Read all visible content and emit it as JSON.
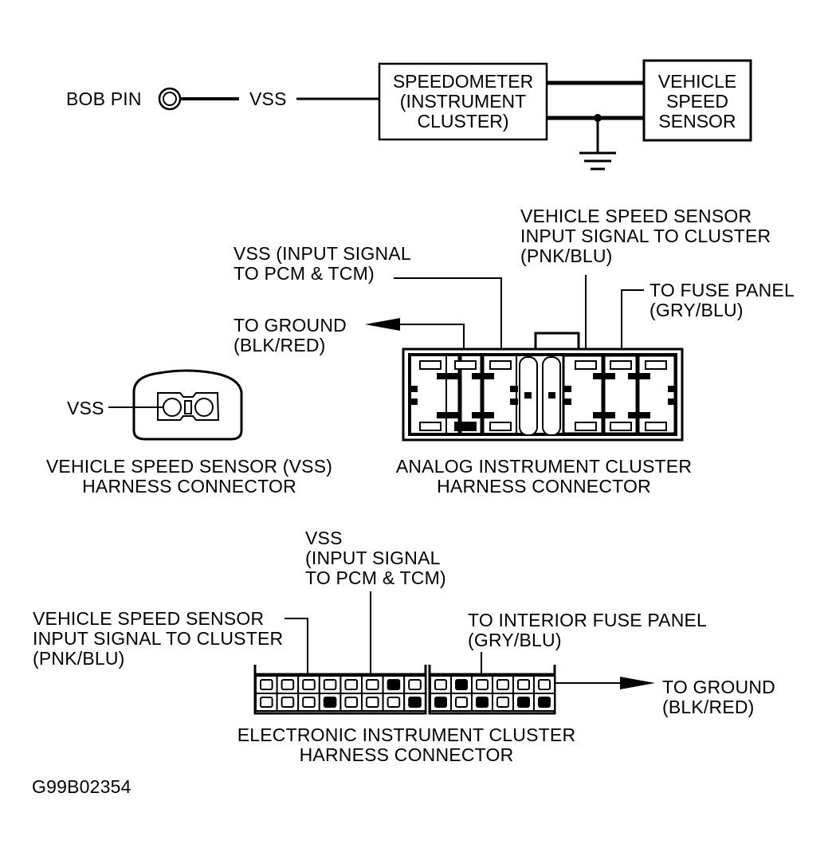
{
  "figure_id": "G99B02354",
  "block_diagram": {
    "bob_pin_label": "BOB PIN",
    "vss_label": "VSS",
    "speedometer_lines": [
      "SPEEDOMETER",
      "(INSTRUMENT",
      "CLUSTER)"
    ],
    "sensor_lines": [
      "VEHICLE",
      "SPEED",
      "SENSOR"
    ]
  },
  "analog_connector": {
    "callouts": {
      "vss_signal": [
        "VSS (INPUT SIGNAL",
        "TO PCM & TCM)"
      ],
      "to_ground": [
        "TO GROUND",
        "(BLK/RED)"
      ],
      "vss_input_cluster": [
        "VEHICLE SPEED SENSOR",
        "INPUT SIGNAL TO CLUSTER",
        "(PNK/BLU)"
      ],
      "to_fuse_panel": [
        "TO FUSE PANEL",
        "(GRY/BLU)"
      ]
    },
    "caption": [
      "ANALOG INSTRUMENT CLUSTER",
      "HARNESS CONNECTOR"
    ]
  },
  "vss_connector": {
    "pin_label": "VSS",
    "caption": [
      "VEHICLE SPEED SENSOR (VSS)",
      "HARNESS CONNECTOR"
    ]
  },
  "electronic_connector": {
    "callouts": {
      "vss_signal": [
        "VSS",
        "(INPUT SIGNAL",
        "TO PCM & TCM)"
      ],
      "vss_input_cluster": [
        "VEHICLE SPEED SENSOR",
        "INPUT SIGNAL TO CLUSTER",
        "(PNK/BLU)"
      ],
      "to_interior_fuse": [
        "TO INTERIOR FUSE PANEL",
        "(GRY/BLU)"
      ],
      "to_ground": [
        "TO GROUND",
        "(BLK/RED)"
      ]
    },
    "caption": [
      "ELECTRONIC INSTRUMENT CLUSTER",
      "HARNESS CONNECTOR"
    ],
    "left_block": {
      "row1": [
        "open",
        "open",
        "open",
        "open",
        "open",
        "open",
        "filled",
        "open"
      ],
      "row2": [
        "open",
        "open",
        "open",
        "filled",
        "open",
        "open",
        "open",
        "filled"
      ]
    },
    "right_block": {
      "row1": [
        "open",
        "filled",
        "open",
        "open",
        "open",
        "open"
      ],
      "row2": [
        "filled",
        "open",
        "filled",
        "open",
        "filled",
        "filled"
      ]
    }
  }
}
